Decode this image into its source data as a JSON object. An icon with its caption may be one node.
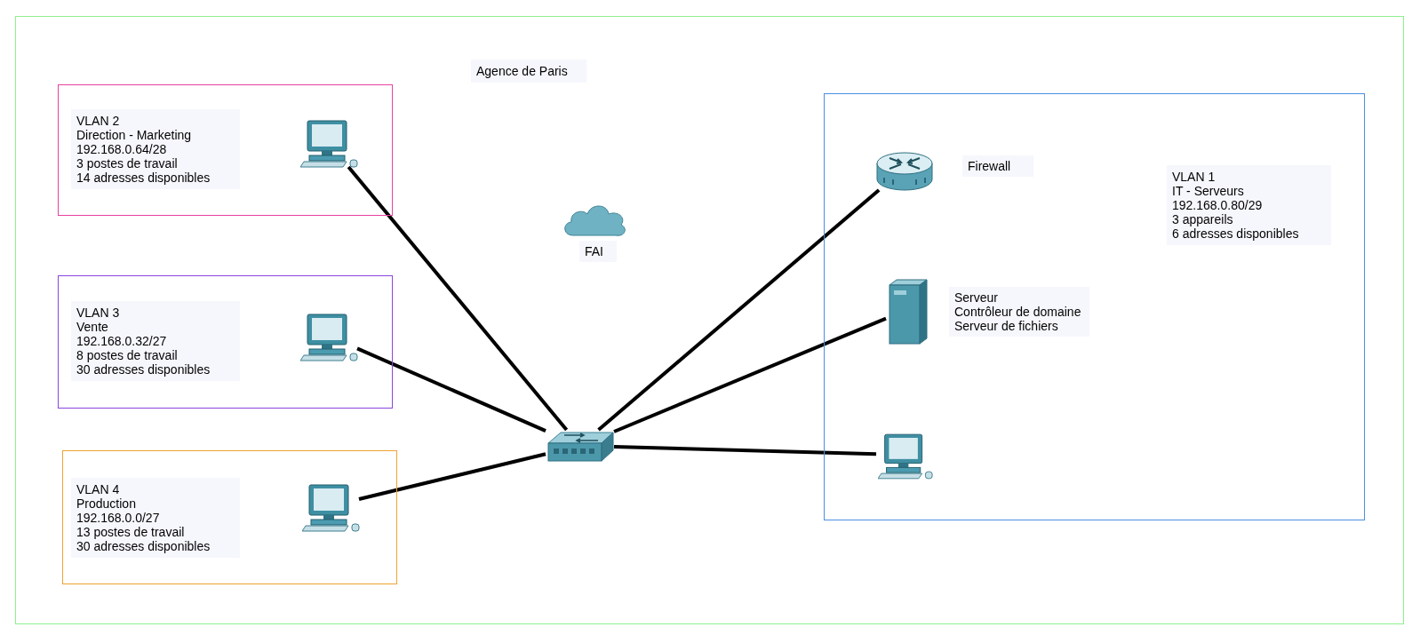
{
  "diagram": {
    "nodes": [
      {
        "text": [
          "Agence de Paris"
        ]
      },
      {
        "text": [
          "VLAN 2",
          "Direction - Marketing",
          "192.168.0.64/28",
          "3 postes de travail",
          "14 adresses disponibles"
        ],
        "in": 0
      },
      {
        "text": [],
        "shape": "picture",
        "in": 1
      },
      {
        "text": [
          "VLAN 3",
          "Vente",
          "192.168.0.32/27",
          "8 postes de travail",
          "30 adresses disponibles"
        ],
        "in": 0
      },
      {
        "text": [],
        "shape": "picture",
        "in": 3
      },
      {
        "text": [
          "VLAN 4",
          "Production",
          "192.168.0.0/27",
          "13 postes de travail",
          "30 adresses disponibles"
        ],
        "in": 0
      },
      {
        "text": [],
        "shape": "picture",
        "in": 5
      },
      {
        "text": [],
        "shape": "cloud",
        "in": 0,
        "beside": [
          "FAI"
        ]
      },
      {
        "text": [],
        "shape": "picture",
        "in": 0
      },
      {
        "text": [
          "VLAN 1",
          "IT - Serveurs",
          "192.168.0.80/29",
          "3 appareils",
          "6 adresses disponibles"
        ],
        "in": 0
      },
      {
        "text": [],
        "shape": "picture",
        "in": 9,
        "beside": [
          "Firewall"
        ]
      },
      {
        "text": [],
        "shape": "picture",
        "in": 9,
        "beside": [
          "Serveur",
          "Contrôleur de domaine",
          "Serveur de fichiers"
        ]
      },
      {
        "text": [],
        "shape": "picture",
        "in": 9
      }
    ],
    "edges": [
      {
        "from": 2,
        "to": 8,
        "arrow": "none"
      },
      {
        "from": 4,
        "to": 8,
        "arrow": "none"
      },
      {
        "from": 6,
        "to": 8,
        "arrow": "none"
      },
      {
        "from": 8,
        "to": 10,
        "arrow": "none"
      },
      {
        "from": 8,
        "to": 11,
        "arrow": "none"
      },
      {
        "from": 8,
        "to": 12,
        "arrow": "none"
      }
    ]
  }
}
